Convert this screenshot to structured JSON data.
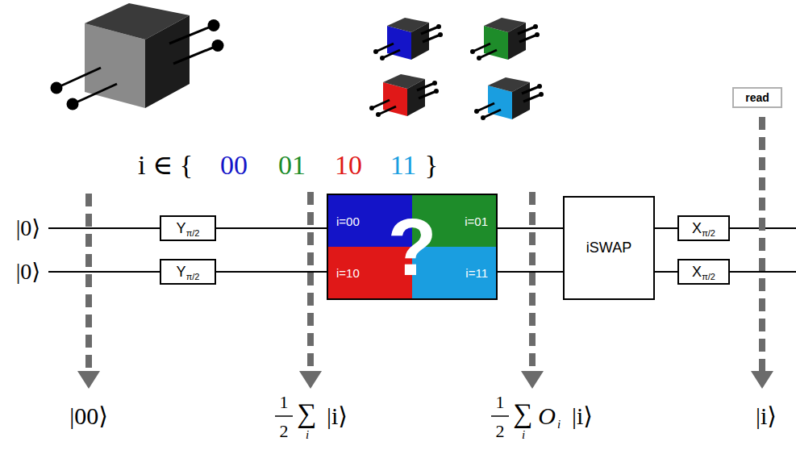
{
  "diagram": {
    "nodes": [
      {
        "text": [
          "Y",
          "π/2"
        ]
      },
      {
        "text": [
          "Y",
          "π/2"
        ]
      },
      {
        "text": [
          "?"
        ]
      },
      {
        "text": [
          "i=00"
        ],
        "in": 2
      },
      {
        "text": [
          "i=01"
        ],
        "in": 2
      },
      {
        "text": [
          "i=10"
        ],
        "in": 2
      },
      {
        "text": [
          "i=11"
        ],
        "in": 2
      },
      {
        "text": [
          "iSWAP"
        ]
      },
      {
        "text": [
          "X",
          "π/2"
        ]
      },
      {
        "text": [
          "X",
          "π/2"
        ]
      },
      {
        "text": [
          "read"
        ]
      }
    ],
    "edges": [
      {
        "from": 0,
        "to": 2,
        "arrow": "none"
      },
      {
        "from": 1,
        "to": 2,
        "arrow": "none"
      },
      {
        "from": 2,
        "to": 7,
        "arrow": "none"
      },
      {
        "from": 2,
        "to": 7,
        "arrow": "none"
      },
      {
        "from": 7,
        "to": 8,
        "arrow": "none"
      },
      {
        "from": 7,
        "to": 9,
        "arrow": "none"
      }
    ],
    "labels": [
      "|0⟩",
      "|0⟩",
      "i ∈ {",
      "00",
      "01",
      "10",
      "11",
      "}",
      "|00⟩",
      "1",
      "2",
      "∑",
      "i",
      "|i⟩",
      "1",
      "2",
      "∑",
      "i",
      "O",
      "i",
      "|i⟩",
      "|i⟩"
    ]
  }
}
